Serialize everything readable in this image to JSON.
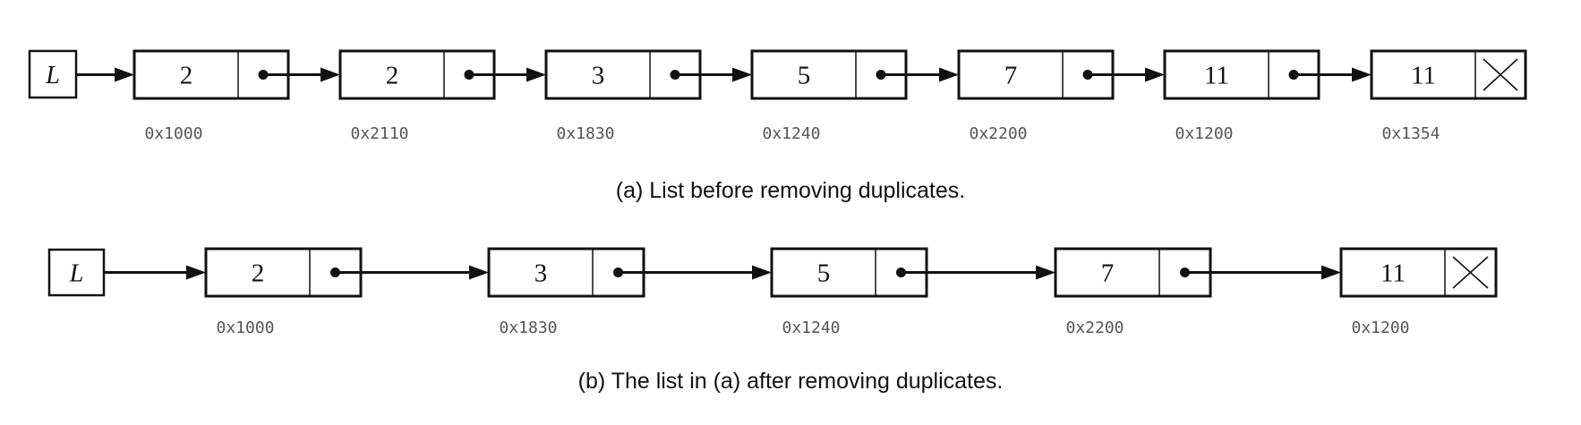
{
  "colors": {
    "ink": "#111111",
    "address": "#555555",
    "background": "#ffffff"
  },
  "diagrams": [
    {
      "id": "a",
      "head_label": "L",
      "caption": "(a)  List before removing duplicates.",
      "nodes": [
        {
          "value": "2",
          "address": "0x1000"
        },
        {
          "value": "2",
          "address": "0x2110"
        },
        {
          "value": "3",
          "address": "0x1830"
        },
        {
          "value": "5",
          "address": "0x1240"
        },
        {
          "value": "7",
          "address": "0x2200"
        },
        {
          "value": "11",
          "address": "0x1200"
        },
        {
          "value": "11",
          "address": "0x1354"
        }
      ]
    },
    {
      "id": "b",
      "head_label": "L",
      "caption": "(b)  The list in (a) after removing duplicates.",
      "nodes": [
        {
          "value": "2",
          "address": "0x1000"
        },
        {
          "value": "3",
          "address": "0x1830"
        },
        {
          "value": "5",
          "address": "0x1240"
        },
        {
          "value": "7",
          "address": "0x2200"
        },
        {
          "value": "11",
          "address": "0x1200"
        }
      ]
    }
  ]
}
